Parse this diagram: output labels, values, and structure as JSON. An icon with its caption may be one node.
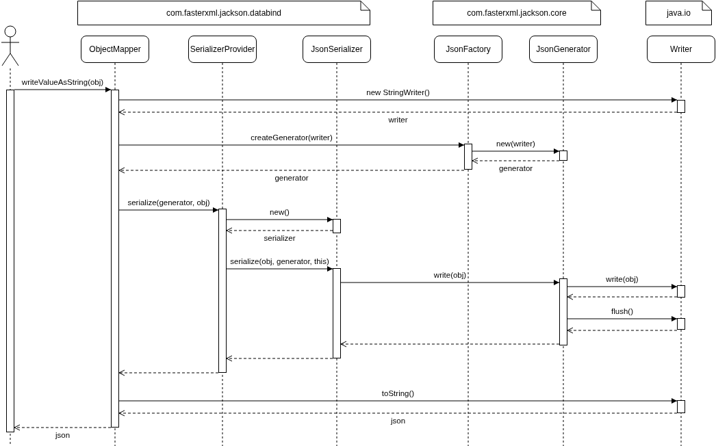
{
  "diagram": {
    "nodes": [
      {
        "text": [
          "com.fasterxml.jackson.databind"
        ]
      },
      {
        "text": [
          "com.fasterxml.jackson.core"
        ]
      },
      {
        "text": [
          "java.io"
        ]
      },
      {
        "text": [],
        "shape": "person"
      },
      {
        "text": [
          "ObjectMapper"
        ]
      },
      {
        "text": [
          "SerializerProvider"
        ]
      },
      {
        "text": [
          "JsonSerializer"
        ]
      },
      {
        "text": [
          "JsonFactory"
        ]
      },
      {
        "text": [
          "JsonGenerator"
        ]
      },
      {
        "text": [
          "Writer"
        ]
      },
      {
        "text": [],
        "shape": "bar"
      },
      {
        "text": [],
        "shape": "bar"
      },
      {
        "text": [],
        "shape": "bar"
      },
      {
        "text": [],
        "shape": "bar"
      },
      {
        "text": [],
        "shape": "bar"
      },
      {
        "text": [],
        "shape": "bar"
      },
      {
        "text": [],
        "shape": "bar"
      },
      {
        "text": [],
        "shape": "bar"
      },
      {
        "text": [],
        "shape": "bar"
      },
      {
        "text": [],
        "shape": "bar"
      },
      {
        "text": [],
        "shape": "bar"
      },
      {
        "text": [],
        "shape": "bar"
      }
    ],
    "edges": [
      {
        "from": 10,
        "to": 11,
        "arrow": "to",
        "label": "writeValueAsString(obj)"
      },
      {
        "from": 11,
        "to": 12,
        "arrow": "to",
        "label": "new StringWriter()"
      },
      {
        "from": 12,
        "to": 11,
        "arrow": "to",
        "label": "writer",
        "style": "dashed"
      },
      {
        "from": 11,
        "to": 13,
        "arrow": "to",
        "label": "createGenerator(writer)"
      },
      {
        "from": 13,
        "to": 14,
        "arrow": "to",
        "label": "new(writer)"
      },
      {
        "from": 14,
        "to": 13,
        "arrow": "to",
        "label": "generator",
        "style": "dashed"
      },
      {
        "from": 13,
        "to": 11,
        "arrow": "to",
        "label": "generator",
        "style": "dashed"
      },
      {
        "from": 11,
        "to": 15,
        "arrow": "to",
        "label": "serialize(generator, obj)"
      },
      {
        "from": 15,
        "to": 16,
        "arrow": "to",
        "label": "new()"
      },
      {
        "from": 16,
        "to": 15,
        "arrow": "to",
        "label": "serializer",
        "style": "dashed"
      },
      {
        "from": 15,
        "to": 17,
        "arrow": "to",
        "label": "serialize(obj, generator, this)"
      },
      {
        "from": 17,
        "to": 18,
        "arrow": "to",
        "label": "write(obj)"
      },
      {
        "from": 18,
        "to": 19,
        "arrow": "to",
        "label": "write(obj)"
      },
      {
        "from": 19,
        "to": 18,
        "arrow": "to",
        "style": "dashed"
      },
      {
        "from": 18,
        "to": 20,
        "arrow": "to",
        "label": "flush()"
      },
      {
        "from": 20,
        "to": 18,
        "arrow": "to",
        "style": "dashed"
      },
      {
        "from": 18,
        "to": 17,
        "arrow": "to",
        "style": "dashed"
      },
      {
        "from": 17,
        "to": 15,
        "arrow": "to",
        "style": "dashed"
      },
      {
        "from": 15,
        "to": 11,
        "arrow": "to",
        "style": "dashed"
      },
      {
        "from": 11,
        "to": 21,
        "arrow": "to",
        "label": "toString()"
      },
      {
        "from": 21,
        "to": 11,
        "arrow": "to",
        "label": "json",
        "style": "dashed"
      },
      {
        "from": 11,
        "to": 10,
        "arrow": "to",
        "label": "json",
        "style": "dashed"
      }
    ]
  }
}
